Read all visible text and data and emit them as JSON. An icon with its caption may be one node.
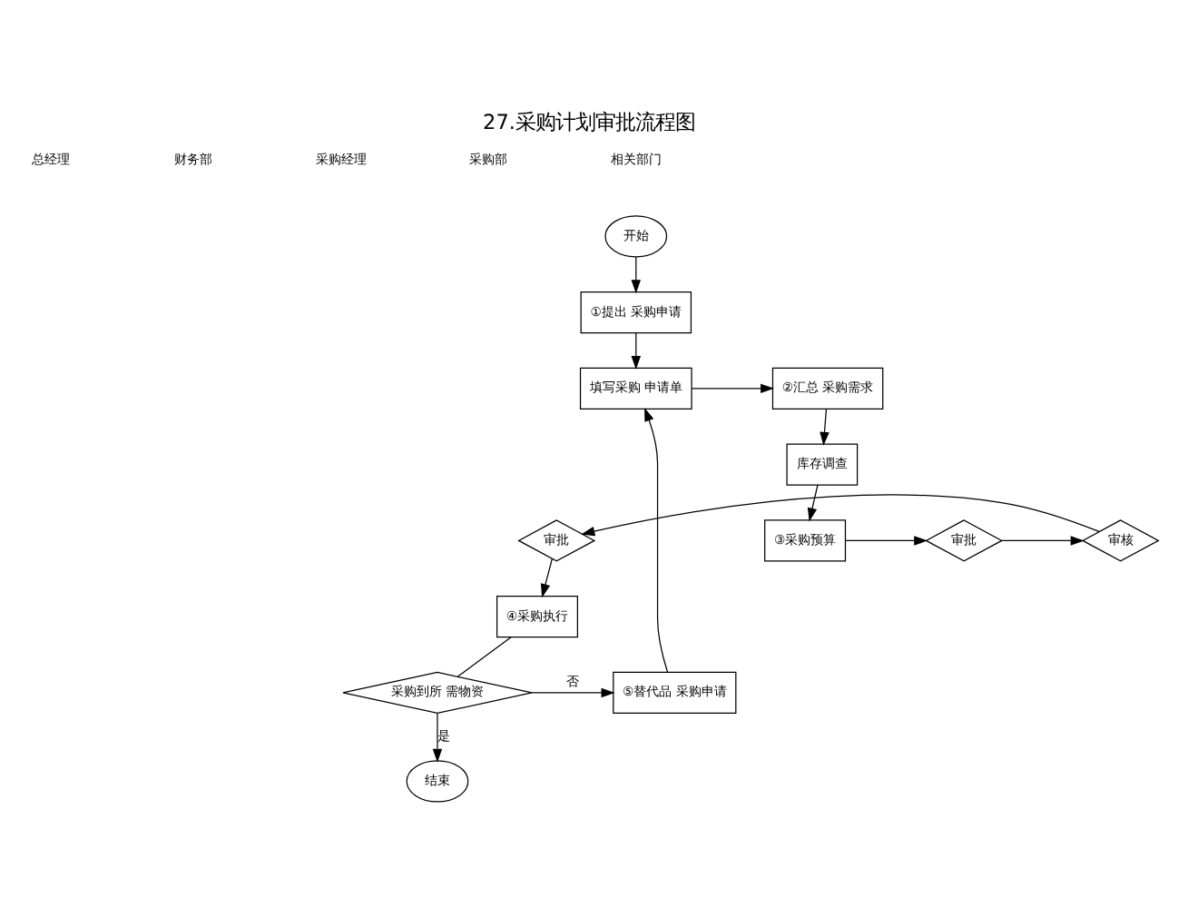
{
  "diagram": {
    "title": "27.采购计划审批流程图",
    "nodes": [
      {
        "text": [
          "开始"
        ]
      },
      {
        "text": [
          "①提出 采购申请"
        ]
      },
      {
        "text": [
          "填写采购 申请单"
        ]
      },
      {
        "text": [
          "②汇总 采购需求"
        ]
      },
      {
        "text": [
          "库存调查"
        ]
      },
      {
        "text": [
          "③采购预算"
        ]
      },
      {
        "text": [
          "审批"
        ]
      },
      {
        "text": [
          "审核"
        ]
      },
      {
        "text": [
          "审批"
        ]
      },
      {
        "text": [
          "④采购执行"
        ]
      },
      {
        "text": [
          "采购到所 需物资"
        ]
      },
      {
        "text": [
          "⑤替代品 采购申请"
        ]
      },
      {
        "text": [
          "结束"
        ]
      }
    ],
    "edges": [
      {
        "from": 0,
        "to": 1,
        "arrow": "to"
      },
      {
        "from": 1,
        "to": 2,
        "arrow": "to"
      },
      {
        "from": 2,
        "to": 3,
        "arrow": "to"
      },
      {
        "from": 3,
        "to": 4,
        "arrow": "to"
      },
      {
        "from": 4,
        "to": 5,
        "arrow": "to"
      },
      {
        "from": 5,
        "to": 6,
        "arrow": "to"
      },
      {
        "from": 6,
        "to": 7,
        "arrow": "to"
      },
      {
        "from": 7,
        "to": 8,
        "arrow": "to"
      },
      {
        "from": 8,
        "to": 9,
        "arrow": "to"
      },
      {
        "from": 9,
        "to": 10,
        "arrow": "none"
      },
      {
        "from": 10,
        "to": 11,
        "label": "否",
        "arrow": "to"
      },
      {
        "from": 10,
        "to": 12,
        "label": "是",
        "arrow": "to"
      },
      {
        "from": 11,
        "to": 2,
        "arrow": "to"
      }
    ],
    "labels": [
      "总经理",
      "财务部",
      "采购经理",
      "采购部",
      "相关部门"
    ]
  }
}
